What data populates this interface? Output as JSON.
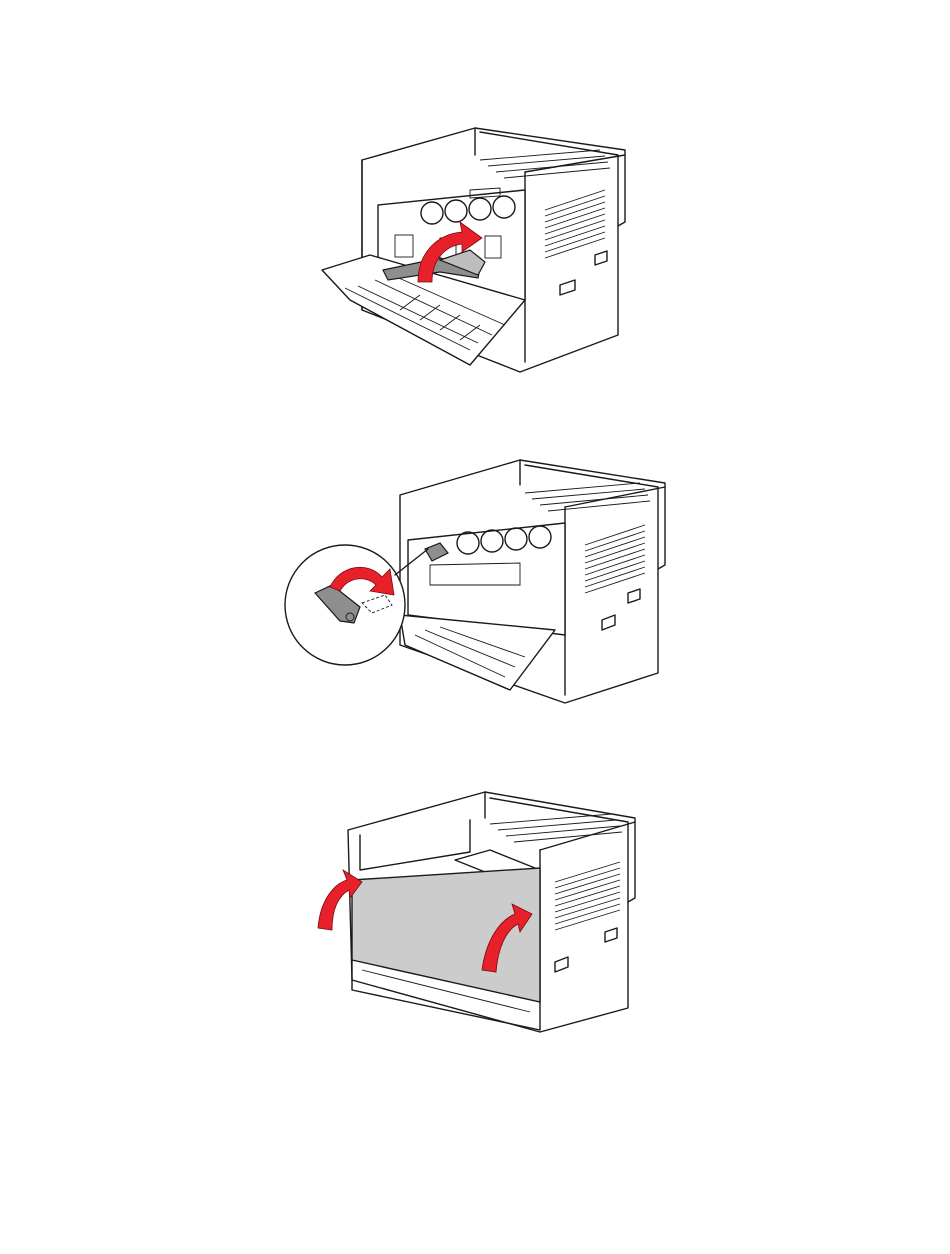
{
  "figures": [
    {
      "illustration": "printer-front-door-open-lever-raise",
      "arrow_color": "#e8202a"
    },
    {
      "illustration": "printer-lock-lever-rotate-detail",
      "arrow_color": "#e8202a"
    },
    {
      "illustration": "printer-front-door-close",
      "arrow_color": "#e8202a",
      "door_color": "#cccccc"
    }
  ],
  "icons": [
    "curved-arrow-icon",
    "lever-icon",
    "magnify-callout-icon"
  ]
}
